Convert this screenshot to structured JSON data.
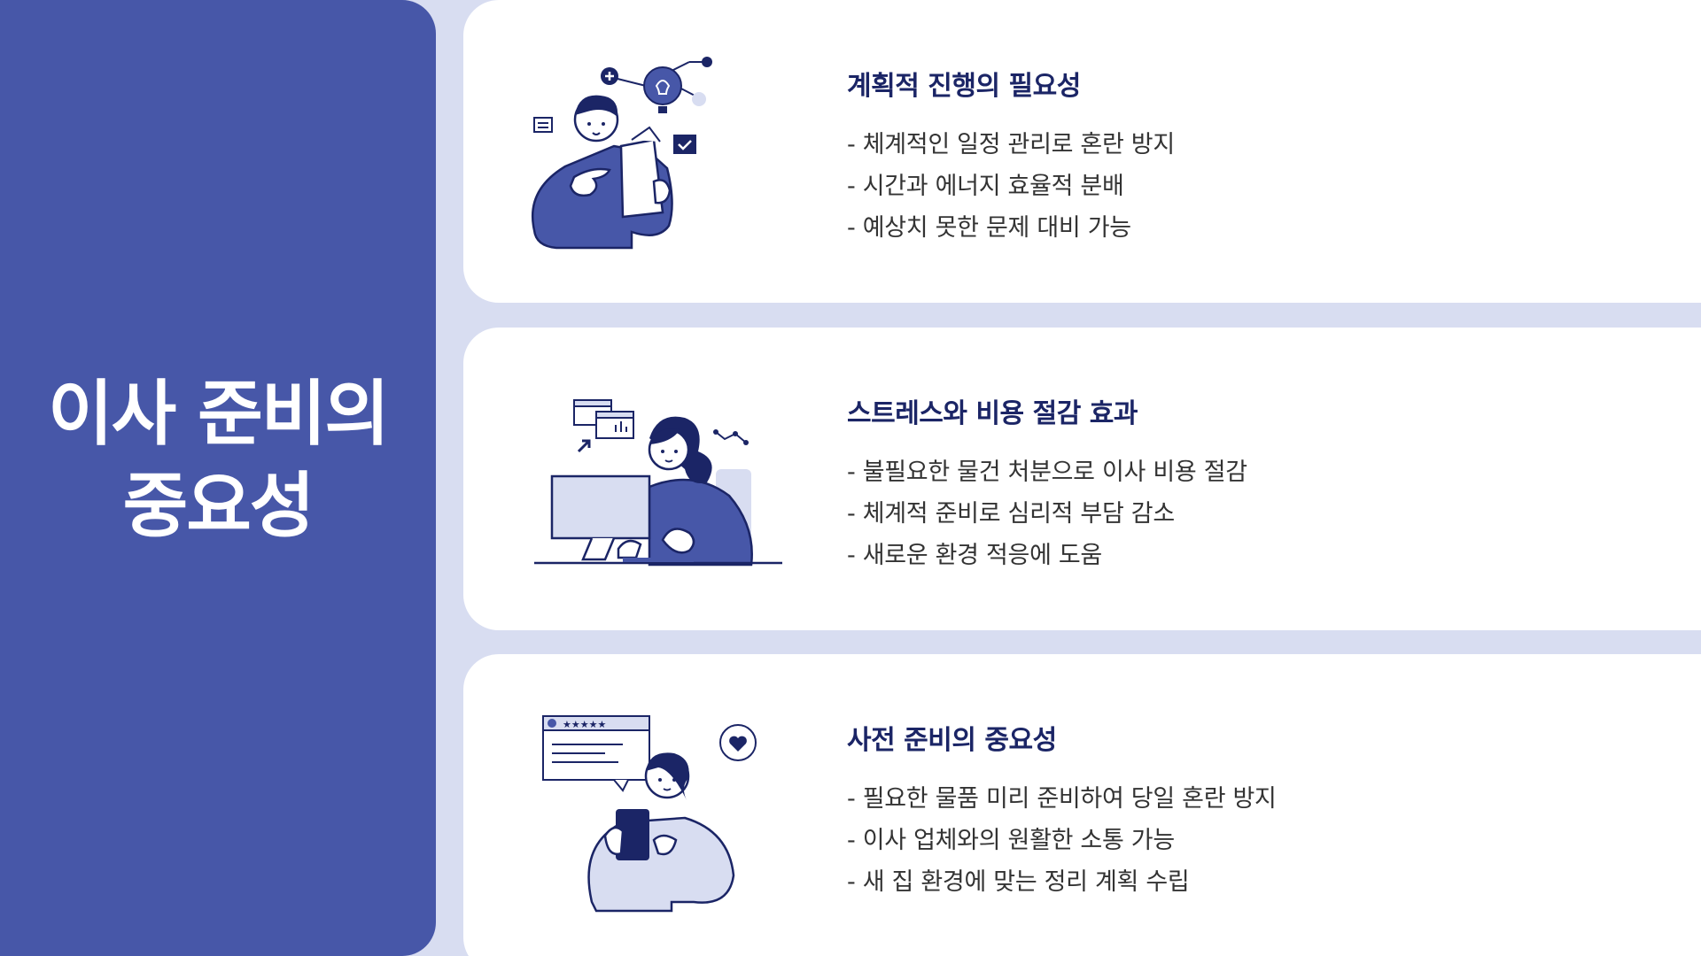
{
  "title": "이사 준비의 중요성",
  "cards": [
    {
      "title": "계획적 진행의 필요성",
      "bullets": [
        "- 체계적인 일정 관리로 혼란 방지",
        "- 시간과 에너지 효율적 분배",
        "- 예상치 못한 문제 대비 가능"
      ]
    },
    {
      "title": "스트레스와 비용 절감 효과",
      "bullets": [
        "- 불필요한 물건 처분으로 이사 비용 절감",
        "- 체계적 준비로 심리적 부담 감소",
        "- 새로운 환경 적응에 도움"
      ]
    },
    {
      "title": "사전 준비의 중요성",
      "bullets": [
        "- 필요한 물품 미리 준비하여 당일 혼란 방지",
        "- 이사 업체와의 원활한 소통 가능",
        "- 새 집 환경에 맞는 정리 계획 수립"
      ]
    }
  ],
  "colors": {
    "primary": "#4757a8",
    "light": "#d8ddf1",
    "navy": "#1b2566"
  }
}
